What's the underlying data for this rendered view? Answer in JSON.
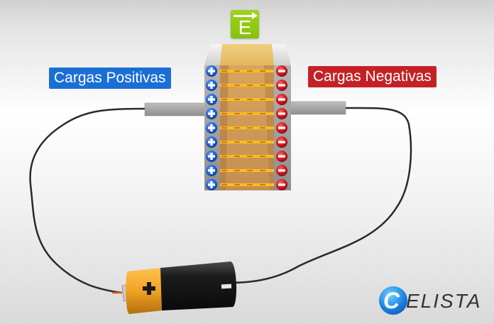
{
  "labels": {
    "positive": "Cargas Positivas",
    "negative": "Cargas Negativas"
  },
  "field_badge": {
    "letter": "E",
    "icon": "vector-arrow-icon",
    "color": "#8cc811"
  },
  "capacitor": {
    "positive_charge_count": 9,
    "negative_charge_count": 9,
    "positive_color": "#1f5fd0",
    "negative_color": "#d0161c",
    "dielectric_color": "#c99a5c"
  },
  "battery": {
    "terminal_symbol": "+",
    "cap_color": "#f0a324",
    "body_color": "#1c1c1c"
  },
  "logo": {
    "initial": "C",
    "rest": "ELISTA"
  },
  "colors": {
    "label_positive_bg": "#1a6fd6",
    "label_negative_bg": "#c42127"
  }
}
